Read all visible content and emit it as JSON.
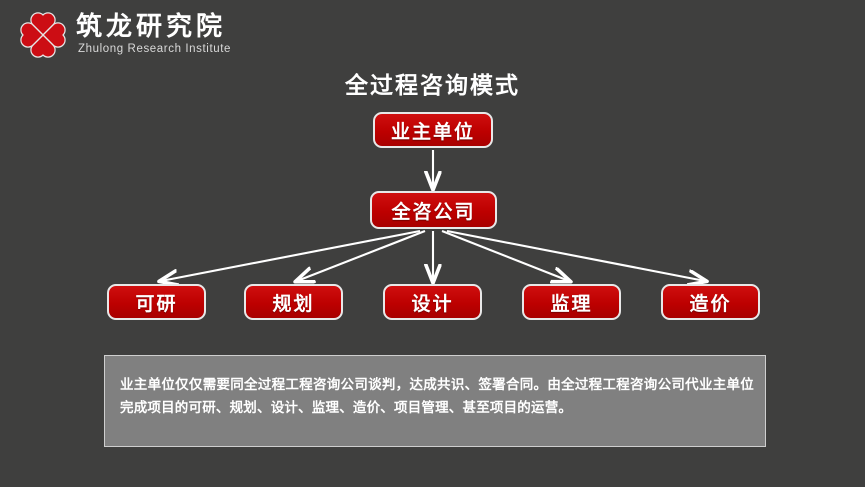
{
  "slide": {
    "background_color": "#3f3f3e",
    "title": "全过程咨询模式"
  },
  "brand": {
    "logo_icon": "zhulong-flower-logo",
    "name_cn": "筑龙研究院",
    "name_en": "Zhulong Research Institute",
    "logo_color": "#cc0d14"
  },
  "diagram": {
    "node_color": "#c00000",
    "node_border_color": "#e8e8e8",
    "arrow_color": "#ffffff",
    "top_node": {
      "label": "业主单位"
    },
    "mid_node": {
      "label": "全咨公司"
    },
    "leaf_nodes": [
      {
        "label": "可研"
      },
      {
        "label": "规划"
      },
      {
        "label": "设计"
      },
      {
        "label": "监理"
      },
      {
        "label": "造价"
      }
    ]
  },
  "caption": {
    "panel_color": "#808080",
    "text": "业主单位仅仅需要同全过程工程咨询公司谈判，达成共识、签署合同。由全过程工程咨询公司代业主单位完成项目的可研、规划、设计、监理、造价、项目管理、甚至项目的运营。"
  }
}
